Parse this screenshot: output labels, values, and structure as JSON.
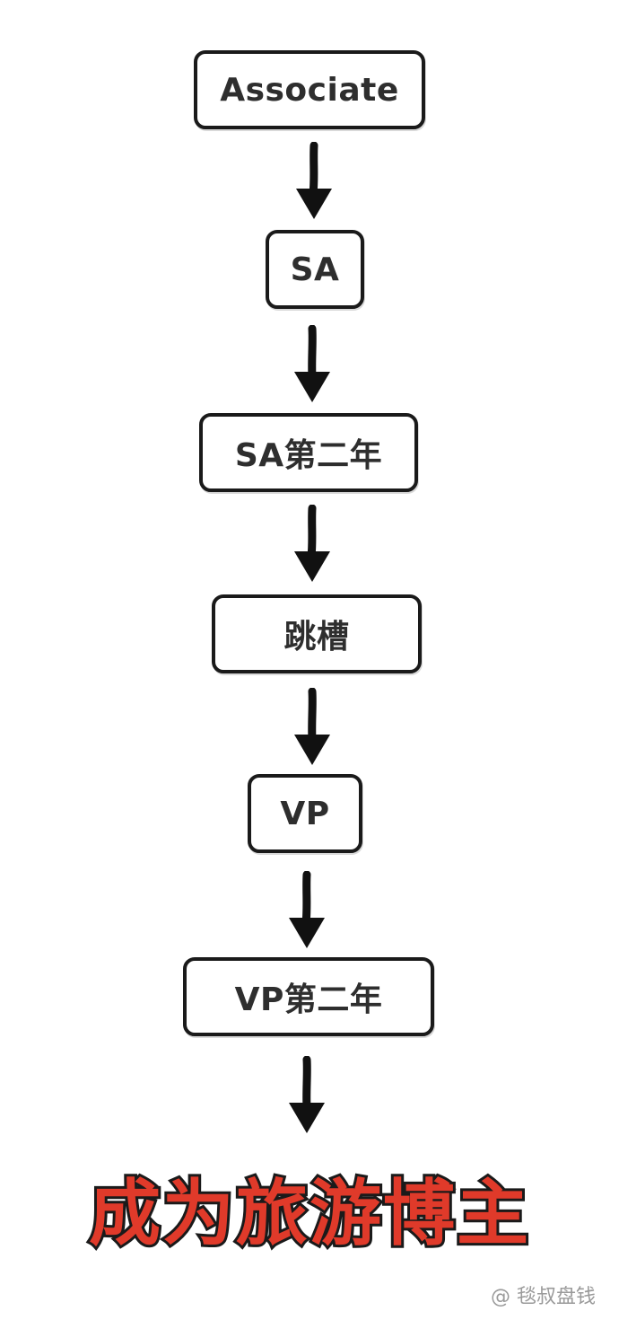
{
  "flow": {
    "steps": [
      {
        "label": "Associate"
      },
      {
        "label": "SA"
      },
      {
        "label": "SA第二年"
      },
      {
        "label": "跳槽"
      },
      {
        "label": "VP"
      },
      {
        "label": "VP第二年"
      }
    ],
    "result": "成为旅游博主"
  },
  "watermark": "@ 毯叔盘钱",
  "colors": {
    "result_fill": "#e03a2a",
    "outline": "#1a1a1a",
    "node_text": "#2e2e2e"
  }
}
